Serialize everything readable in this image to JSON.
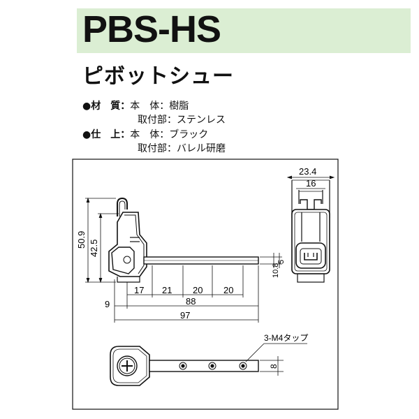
{
  "title": "PBS-HS",
  "subtitle": "ピボットシュー",
  "specs": {
    "material_label": "●材　質：",
    "material_body": "本　体：樹脂",
    "material_mount": "取付部：ステンレス",
    "finish_label": "●仕　上：",
    "finish_body": "本　体：ブラック",
    "finish_mount": "取付部：バレル研磨"
  },
  "dims": {
    "h_total": "50.9",
    "h_inner": "42.5",
    "w_total_side": "23.4",
    "w_inner_side": "16",
    "bar_height": "10.8",
    "bar_offset": "5",
    "seg1": "17",
    "seg2": "21",
    "seg3": "20",
    "seg4": "20",
    "left_9": "9",
    "len_88": "88",
    "len_97": "97",
    "tap_label": "3-M4タップ",
    "bar_width": "8"
  },
  "colors": {
    "title_band": "#dbeed3",
    "line": "#111111"
  }
}
